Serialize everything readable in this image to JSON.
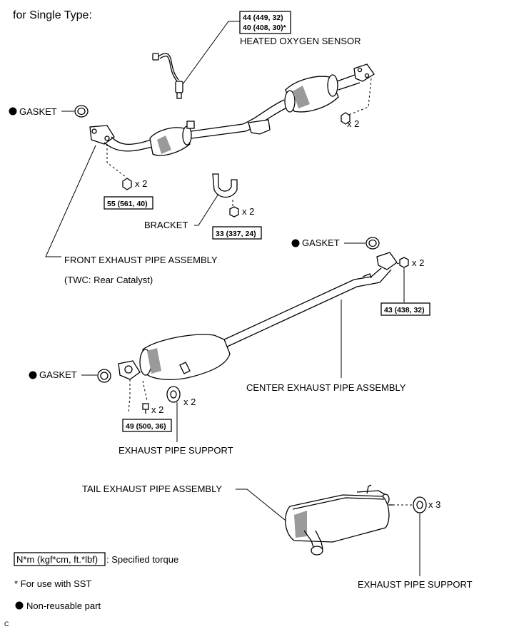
{
  "header": {
    "title": "for Single Type:"
  },
  "labels": {
    "heated_oxygen_sensor": "HEATED OXYGEN SENSOR",
    "gasket": "GASKET",
    "bracket": "BRACKET",
    "front_exhaust_pipe_assembly": "FRONT EXHAUST PIPE ASSEMBLY",
    "twc_note": "(TWC: Rear Catalyst)",
    "center_exhaust_pipe_assembly": "CENTER EXHAUST PIPE ASSEMBLY",
    "exhaust_pipe_support": "EXHAUST PIPE SUPPORT",
    "tail_exhaust_pipe_assembly": "TAIL EXHAUST PIPE ASSEMBLY"
  },
  "quantities": {
    "x2": "x 2",
    "x3": "x 3"
  },
  "torques": {
    "oxygen_sensor_line1": "44 (449, 32)",
    "oxygen_sensor_line2": "40 (408, 30)*",
    "front_pipe_flange": "55 (561, 40)",
    "bracket_nut": "33 (337, 24)",
    "center_pipe_flange": "43 (438, 32)",
    "center_pipe_rear": "49 (500, 36)"
  },
  "legend": {
    "torque_key": "N*m (kgf*cm, ft.*lbf)",
    "torque_desc": ": Specified torque",
    "sst_note": "* For use with SST",
    "non_reusable": "Non-reusable part"
  },
  "corner_mark": "C"
}
